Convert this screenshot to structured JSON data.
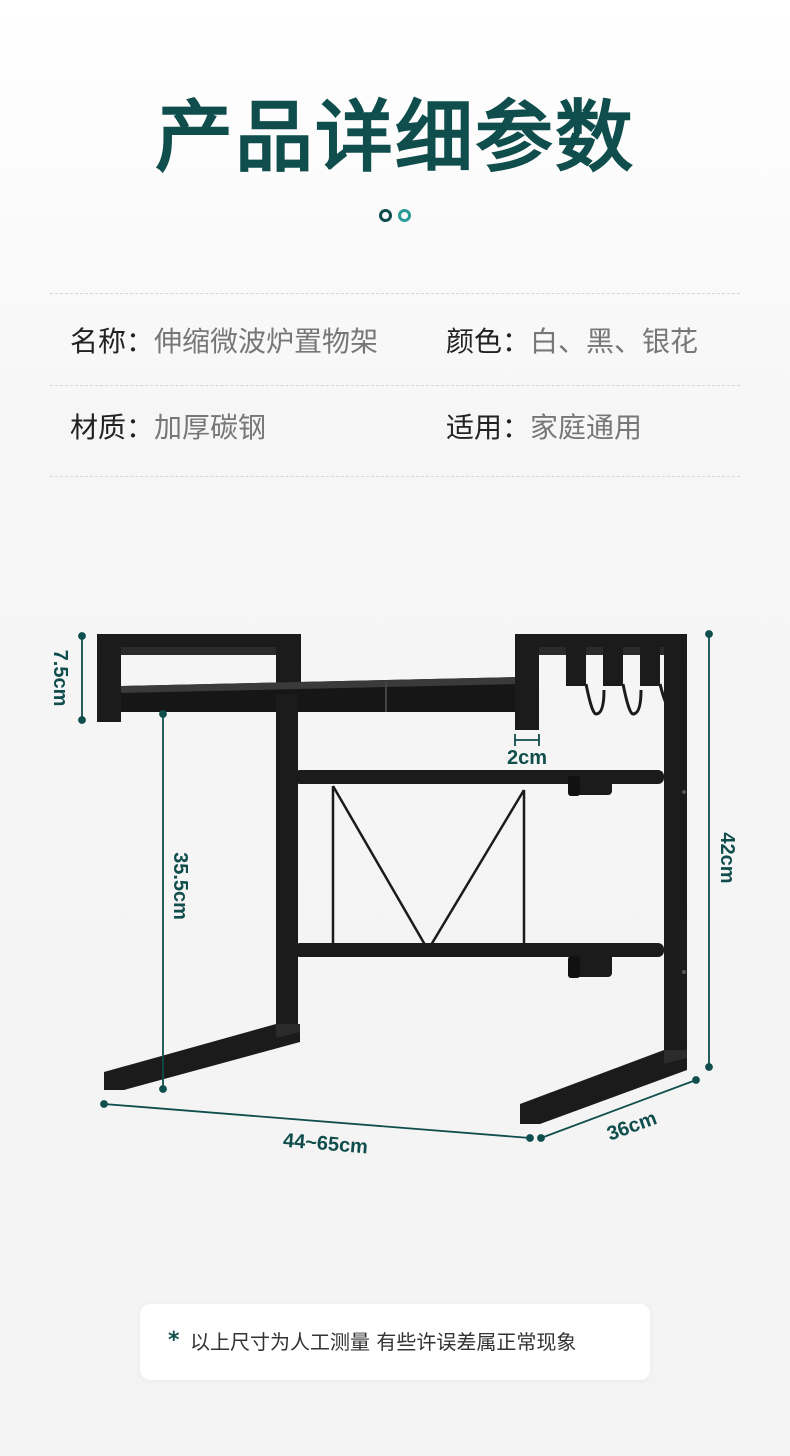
{
  "header": {
    "title": "产品详细参数"
  },
  "specs": [
    {
      "key": "名称：",
      "value": "伸缩微波炉置物架"
    },
    {
      "key": "颜色：",
      "value": "白、黑、银花"
    },
    {
      "key": "材质：",
      "value": "加厚碳钢"
    },
    {
      "key": "适用：",
      "value": "家庭通用"
    }
  ],
  "dimensions": {
    "side_height": "7.5cm",
    "gap": "2cm",
    "inner_height": "35.5cm",
    "total_height": "42cm",
    "width": "44~65cm",
    "depth": "36cm"
  },
  "note": {
    "star": "*",
    "text": "以上尺寸为人工测量 有些许误差属正常现象"
  },
  "colors": {
    "accent": "#0f4e4c",
    "accent_light": "#2a9b96",
    "frame": "#1a1a1a"
  }
}
